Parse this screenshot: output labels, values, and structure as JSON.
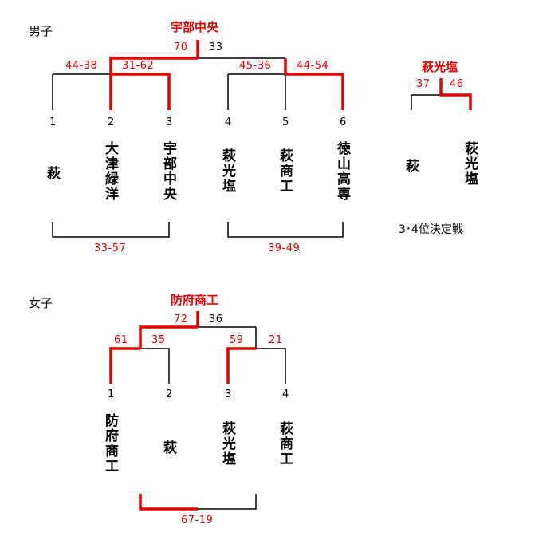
{
  "men": {
    "label": "男子",
    "champion": "宇部中央",
    "final": {
      "left": "70",
      "right": "33"
    },
    "left_block": {
      "outer": "44-38",
      "inner": "31-62"
    },
    "right_block": {
      "inner": "45-36",
      "outer": "44-54"
    },
    "seeds": [
      "1",
      "2",
      "3",
      "4",
      "5",
      "6"
    ],
    "teams": [
      "萩",
      "大津緑洋",
      "宇部中央",
      "萩光塩",
      "萩商工",
      "徳山高専"
    ],
    "consolation_left": "33-57",
    "consolation_right": "39-49",
    "third_place": {
      "winner": "萩光塩",
      "left_score": "37",
      "right_score": "46",
      "teams": [
        "萩",
        "萩光塩"
      ],
      "caption": "3･4位決定戦"
    }
  },
  "women": {
    "label": "女子",
    "champion": "防府商工",
    "final": {
      "left": "72",
      "right": "36"
    },
    "semi_left": {
      "left": "61",
      "right": "35"
    },
    "semi_right": {
      "left": "59",
      "right": "21"
    },
    "seeds": [
      "1",
      "2",
      "3",
      "4"
    ],
    "teams": [
      "防府商工",
      "萩",
      "萩光塩",
      "萩商工"
    ],
    "consolation": "67-19"
  },
  "colors": {
    "winner_line": "#e60000",
    "line": "#000000",
    "text_red": "#e60000"
  }
}
